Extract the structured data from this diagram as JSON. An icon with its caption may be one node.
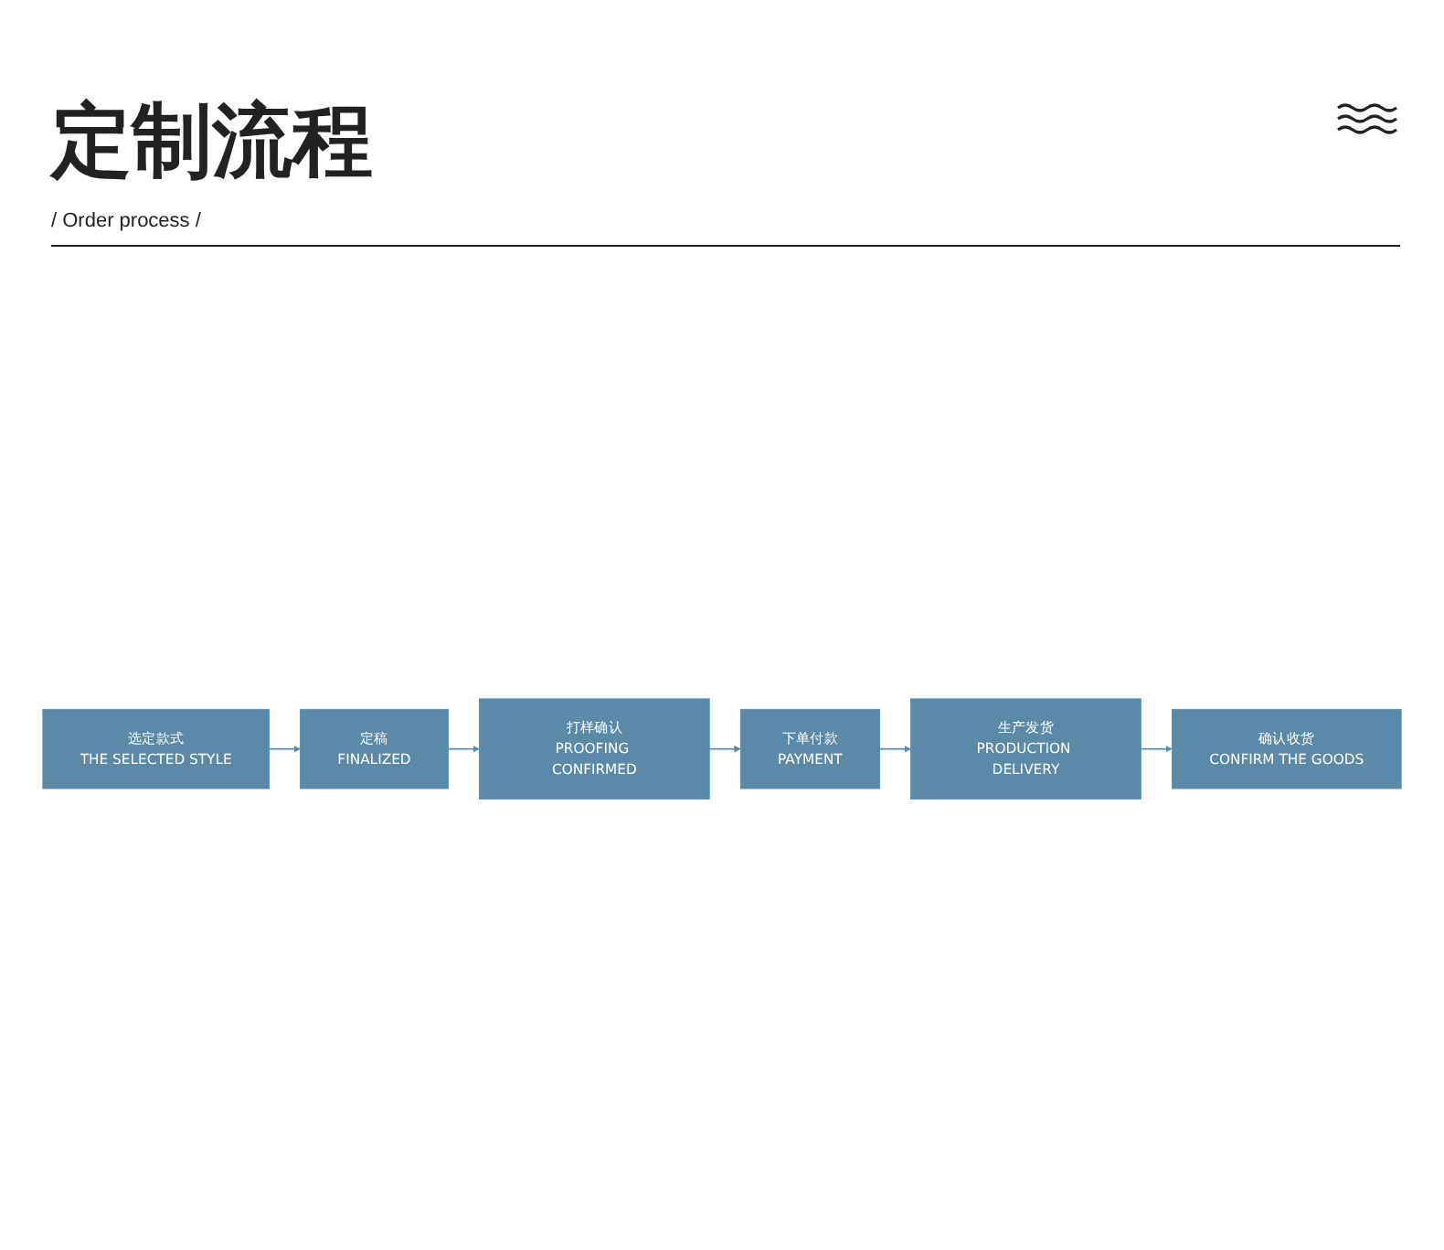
{
  "diagram": {
    "title": "定制流程",
    "nodes": [
      {
        "text": [
          "选定款式",
          "THE SELECTED STYLE"
        ]
      },
      {
        "text": [
          "定稿",
          "FINALIZED"
        ]
      },
      {
        "text": [
          "打样确认",
          "PROOFING CONFIRMED"
        ]
      },
      {
        "text": [
          "下单付款",
          "PAYMENT"
        ]
      },
      {
        "text": [
          "生产发货",
          "PRODUCTION DELIVERY"
        ]
      },
      {
        "text": [
          "确认收货",
          "CONFIRM THE GOODS"
        ]
      }
    ],
    "edges": [
      {
        "from": 0,
        "to": 1,
        "arrow": "to"
      },
      {
        "from": 1,
        "to": 2,
        "arrow": "to"
      },
      {
        "from": 2,
        "to": 3,
        "arrow": "to"
      },
      {
        "from": 3,
        "to": 4,
        "arrow": "to"
      },
      {
        "from": 4,
        "to": 5,
        "arrow": "to"
      }
    ],
    "labels": [
      "/ Order process /"
    ]
  }
}
